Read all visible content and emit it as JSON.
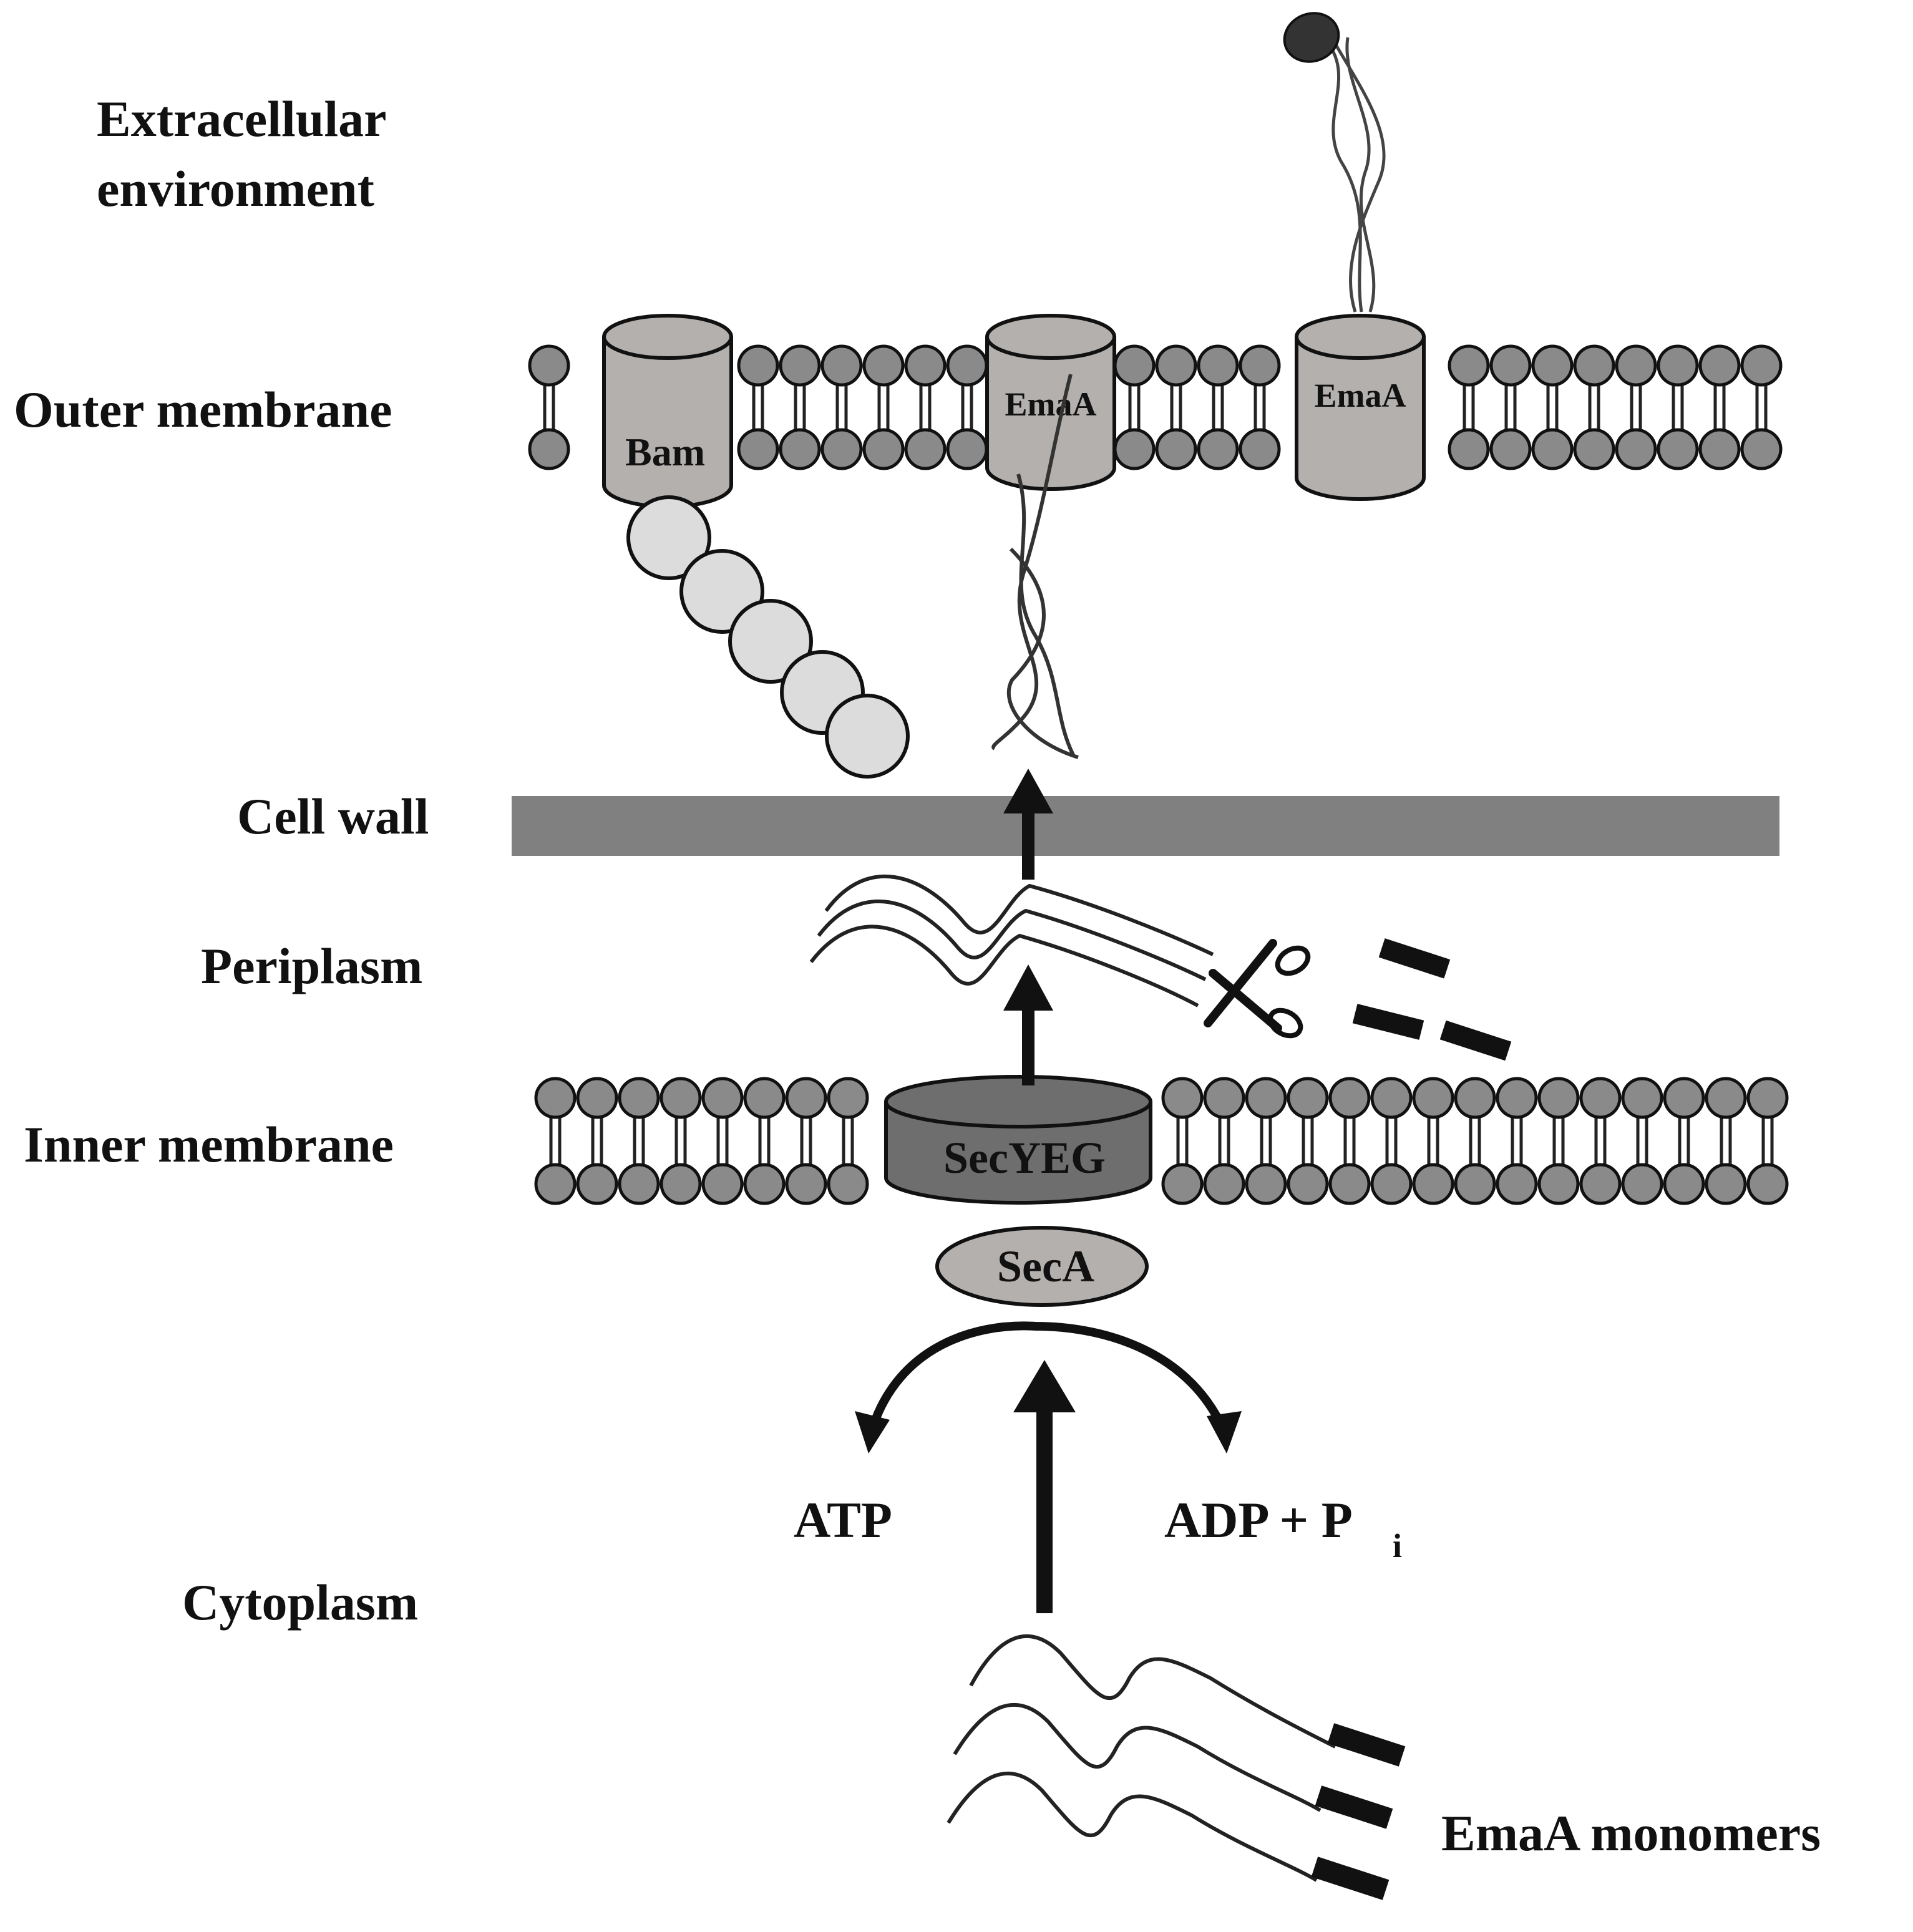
{
  "labels": {
    "extracellular_line1": "Extracellular",
    "extracellular_line2": "environment",
    "outer_membrane": "Outer membrane",
    "cell_wall": "Cell wall",
    "periplasm": "Periplasm",
    "inner_membrane": "Inner membrane",
    "cytoplasm": "Cytoplasm",
    "emaa_monomers": "EmaA monomers"
  },
  "proteins": {
    "bam": "Bam",
    "emaa_assembling": "EmaA",
    "emaa_assembled": "EmaA",
    "secyeg": "SecYEG",
    "seca": "SecA"
  },
  "energy": {
    "atp": "ATP",
    "adp": "ADP + P",
    "pi_subscript": "i"
  },
  "colors": {
    "lipid_head": "#8a8a8a",
    "protein_fill": "#b3b0ae",
    "secyeg_fill": "#6e6e6e",
    "bam_bead": "#dcdcdc",
    "cell_wall": "#808080",
    "adhesin_head": "#333333"
  }
}
